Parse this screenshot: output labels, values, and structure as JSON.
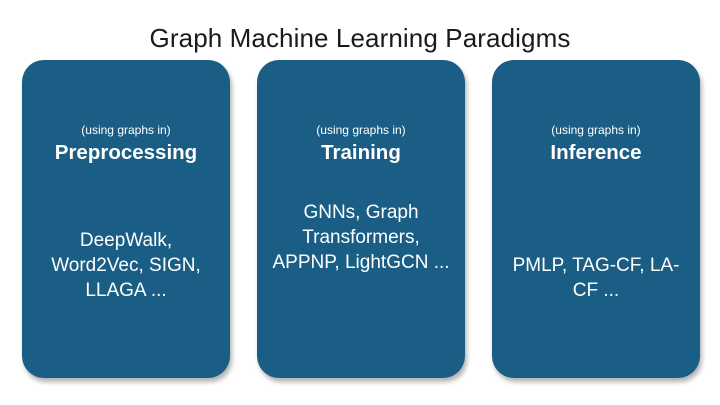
{
  "slide": {
    "title": "Graph Machine Learning Paradigms",
    "background_color": "#ffffff",
    "title_color": "#1a1a1a",
    "card_color": "#1a5e85",
    "card_text_color": "#ffffff"
  },
  "cards": [
    {
      "eyebrow": "(using graphs in)",
      "title": "Preprocessing",
      "body": "DeepWalk, Word2Vec, SIGN, LLAGA ..."
    },
    {
      "eyebrow": "(using graphs in)",
      "title": "Training",
      "body": "GNNs, Graph Transformers, APPNP, LightGCN ..."
    },
    {
      "eyebrow": "(using graphs in)",
      "title": "Inference",
      "body": "PMLP, TAG-CF, LA-CF ..."
    }
  ]
}
